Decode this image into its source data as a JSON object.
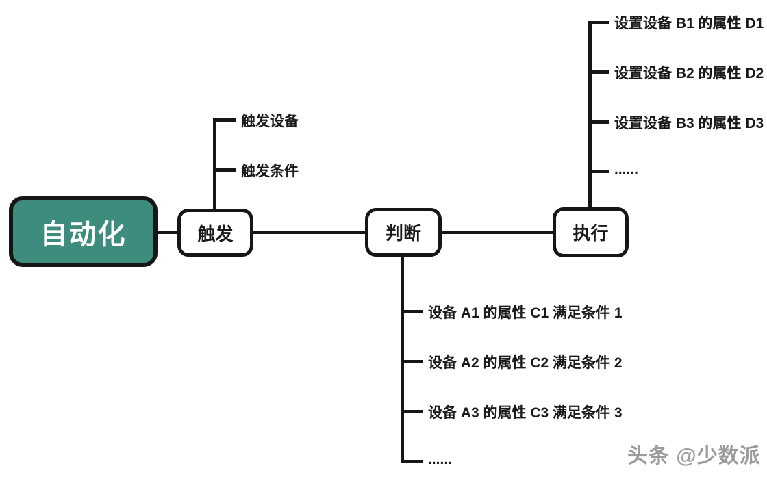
{
  "diagram": {
    "root": {
      "label": "自动化"
    },
    "nodes": {
      "trigger": {
        "label": "触发"
      },
      "judge": {
        "label": "判断"
      },
      "execute": {
        "label": "执行"
      }
    },
    "branches": {
      "trigger": {
        "items": [
          "触发设备",
          "触发条件"
        ]
      },
      "judge": {
        "items": [
          "设备 A1 的属性 C1 满足条件 1",
          "设备 A2 的属性 C2 满足条件 2",
          "设备 A3 的属性 C3 满足条件 3",
          "......"
        ]
      },
      "execute": {
        "items": [
          "设置设备 B1 的属性 D1",
          "设置设备 B2 的属性 D2",
          "设置设备 B3 的属性 D3",
          "......"
        ]
      }
    }
  },
  "watermark": {
    "text": "头条 @少数派"
  },
  "colors": {
    "root_bg": "#3E8C7D",
    "root_text": "#ffffff",
    "line": "#161616",
    "node_bg": "#ffffff",
    "text": "#1a1a1a",
    "watermark": "#9b9b9b"
  }
}
